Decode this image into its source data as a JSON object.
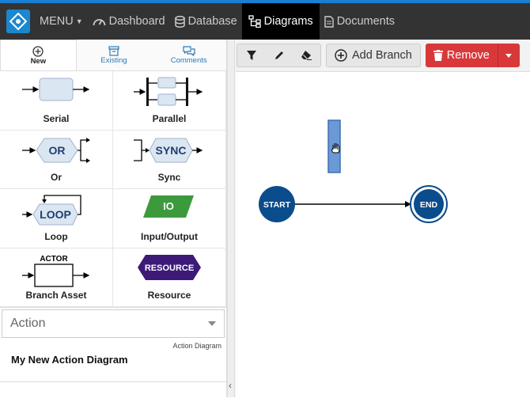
{
  "nav": {
    "menu": "MENU",
    "dashboard": "Dashboard",
    "database": "Database",
    "diagrams": "Diagrams",
    "documents": "Documents"
  },
  "tabs": [
    {
      "label": "New",
      "icon": "plus-circle-icon"
    },
    {
      "label": "Existing",
      "icon": "archive-icon"
    },
    {
      "label": "Comments",
      "icon": "comments-icon"
    }
  ],
  "palette": {
    "serial": "Serial",
    "parallel": "Parallel",
    "or": "Or",
    "or_text": "OR",
    "sync": "Sync",
    "sync_text": "SYNC",
    "loop": "Loop",
    "loop_text": "LOOP",
    "io": "Input/Output",
    "io_text": "IO",
    "branch_asset": "Branch Asset",
    "actor_text": "ACTOR",
    "resource": "Resource",
    "resource_text": "RESOURCE"
  },
  "diagram_type_select": {
    "value": "Action"
  },
  "diagram_type_label": "Action Diagram",
  "diagram_name": "My New Action Diagram",
  "toolbar": {
    "add_branch": "Add Branch",
    "remove": "Remove"
  },
  "canvas": {
    "start": "START",
    "end": "END"
  },
  "colors": {
    "accent": "#1a7fd0",
    "remove": "#d9383a",
    "node": "#0b4c8c",
    "io": "#3c9a3c",
    "resource": "#3d1a78"
  }
}
